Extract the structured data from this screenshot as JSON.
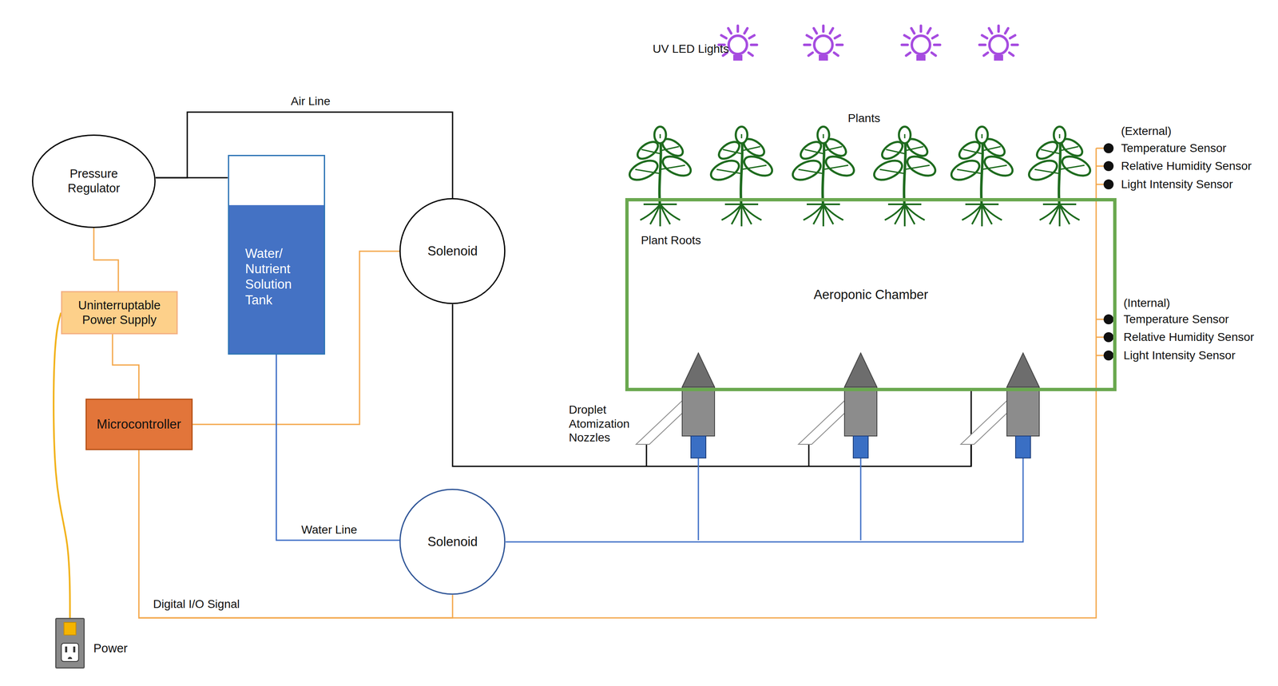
{
  "diagram": {
    "nodes": [
      {
        "text": [
          "Pressure Regulator"
        ]
      },
      {
        "text": [
          "Water/ Nutrient Solution Tank"
        ]
      },
      {
        "text": [
          "Solenoid"
        ]
      },
      {
        "text": [
          "Aeroponic Chamber"
        ]
      },
      {
        "text": [
          "Uninterruptable Power Supply"
        ]
      },
      {
        "text": [
          "Microcontroller"
        ]
      },
      {
        "text": [
          "Solenoid"
        ]
      },
      {
        "text": [
          "Power"
        ]
      }
    ],
    "edges": [
      {
        "from": 0,
        "to": 1,
        "arrow": "none"
      },
      {
        "from": 0,
        "to": 2,
        "label": "Air Line",
        "arrow": "none"
      },
      {
        "from": 0,
        "to": 4,
        "arrow": "none"
      },
      {
        "from": 4,
        "to": 5,
        "arrow": "none"
      },
      {
        "from": 7,
        "to": 4,
        "arrow": "none"
      },
      {
        "from": 5,
        "to": 2,
        "arrow": "none"
      },
      {
        "from": 5,
        "to": 6,
        "label": "Digital I/O Signal",
        "arrow": "none"
      },
      {
        "from": 5,
        "to": 3,
        "arrow": "none"
      },
      {
        "from": 1,
        "to": 6,
        "label": "Water Line",
        "arrow": "none"
      },
      {
        "from": 6,
        "to": 3,
        "arrow": "none"
      },
      {
        "from": 2,
        "to": 3,
        "arrow": "none"
      }
    ],
    "labels": [
      "UV LED Lights",
      "Plants",
      "(External)",
      "Temperature Sensor",
      "Relative Humidity Sensor",
      "Light Intensity Sensor",
      "Plant Roots",
      "(Internal)",
      "Temperature Sensor",
      "Relative Humidity Sensor",
      "Light Intensity Sensor",
      "Droplet Atomization Nozzles"
    ]
  }
}
